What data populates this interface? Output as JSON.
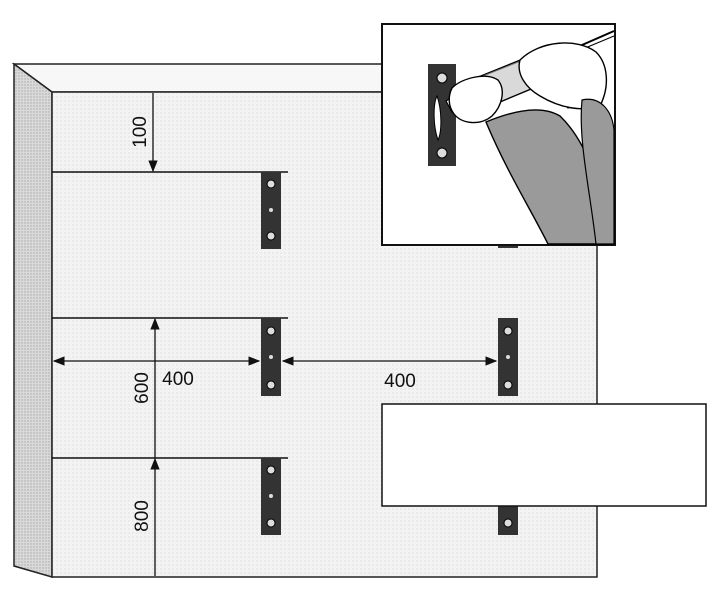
{
  "dimensions": {
    "top_offset": "100",
    "horizontal_spacing_left": "400",
    "horizontal_spacing_right": "400",
    "vertical_spacing_upper": "600",
    "vertical_spacing_lower": "800"
  },
  "colors": {
    "wall": "#f1f1f1",
    "wall_edge": "#cfcfcf",
    "bracket": "#333333",
    "line": "#111111",
    "sleeve": "#9a9a9a"
  },
  "inset": {
    "icon": "caulking-gun-icon",
    "caption": ""
  },
  "label_box": {
    "text": ""
  }
}
